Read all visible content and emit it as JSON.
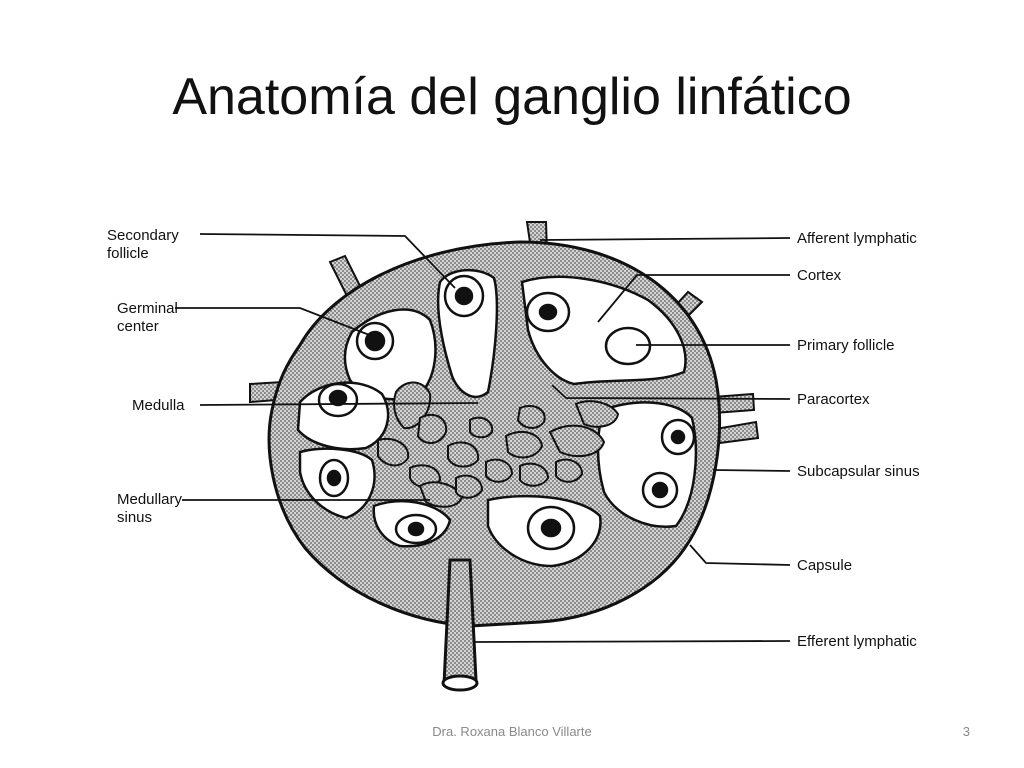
{
  "slide": {
    "title": "Anatomía del ganglio linfático",
    "author": "Dra. Roxana Blanco Villarte",
    "page_number": "3"
  },
  "diagram": {
    "labels_left": [
      {
        "id": "secondary-follicle",
        "lines": [
          "Secondary",
          "follicle"
        ]
      },
      {
        "id": "germinal-center",
        "lines": [
          "Germinal",
          "center"
        ]
      },
      {
        "id": "medulla",
        "lines": [
          "Medulla"
        ]
      },
      {
        "id": "medullary-sinus",
        "lines": [
          "Medullary",
          "sinus"
        ]
      }
    ],
    "labels_right": [
      {
        "id": "afferent-lymphatic",
        "lines": [
          "Afferent lymphatic"
        ]
      },
      {
        "id": "cortex",
        "lines": [
          "Cortex"
        ]
      },
      {
        "id": "primary-follicle",
        "lines": [
          "Primary follicle"
        ]
      },
      {
        "id": "paracortex",
        "lines": [
          "Paracortex"
        ]
      },
      {
        "id": "subcapsular-sinus",
        "lines": [
          "Subcapsular sinus"
        ]
      },
      {
        "id": "capsule",
        "lines": [
          "Capsule"
        ]
      },
      {
        "id": "efferent-lymphatic",
        "lines": [
          "Efferent lymphatic"
        ]
      }
    ],
    "colors": {
      "stipple": "#9a9a9a",
      "outline": "#111111",
      "fill_white": "#ffffff"
    }
  }
}
